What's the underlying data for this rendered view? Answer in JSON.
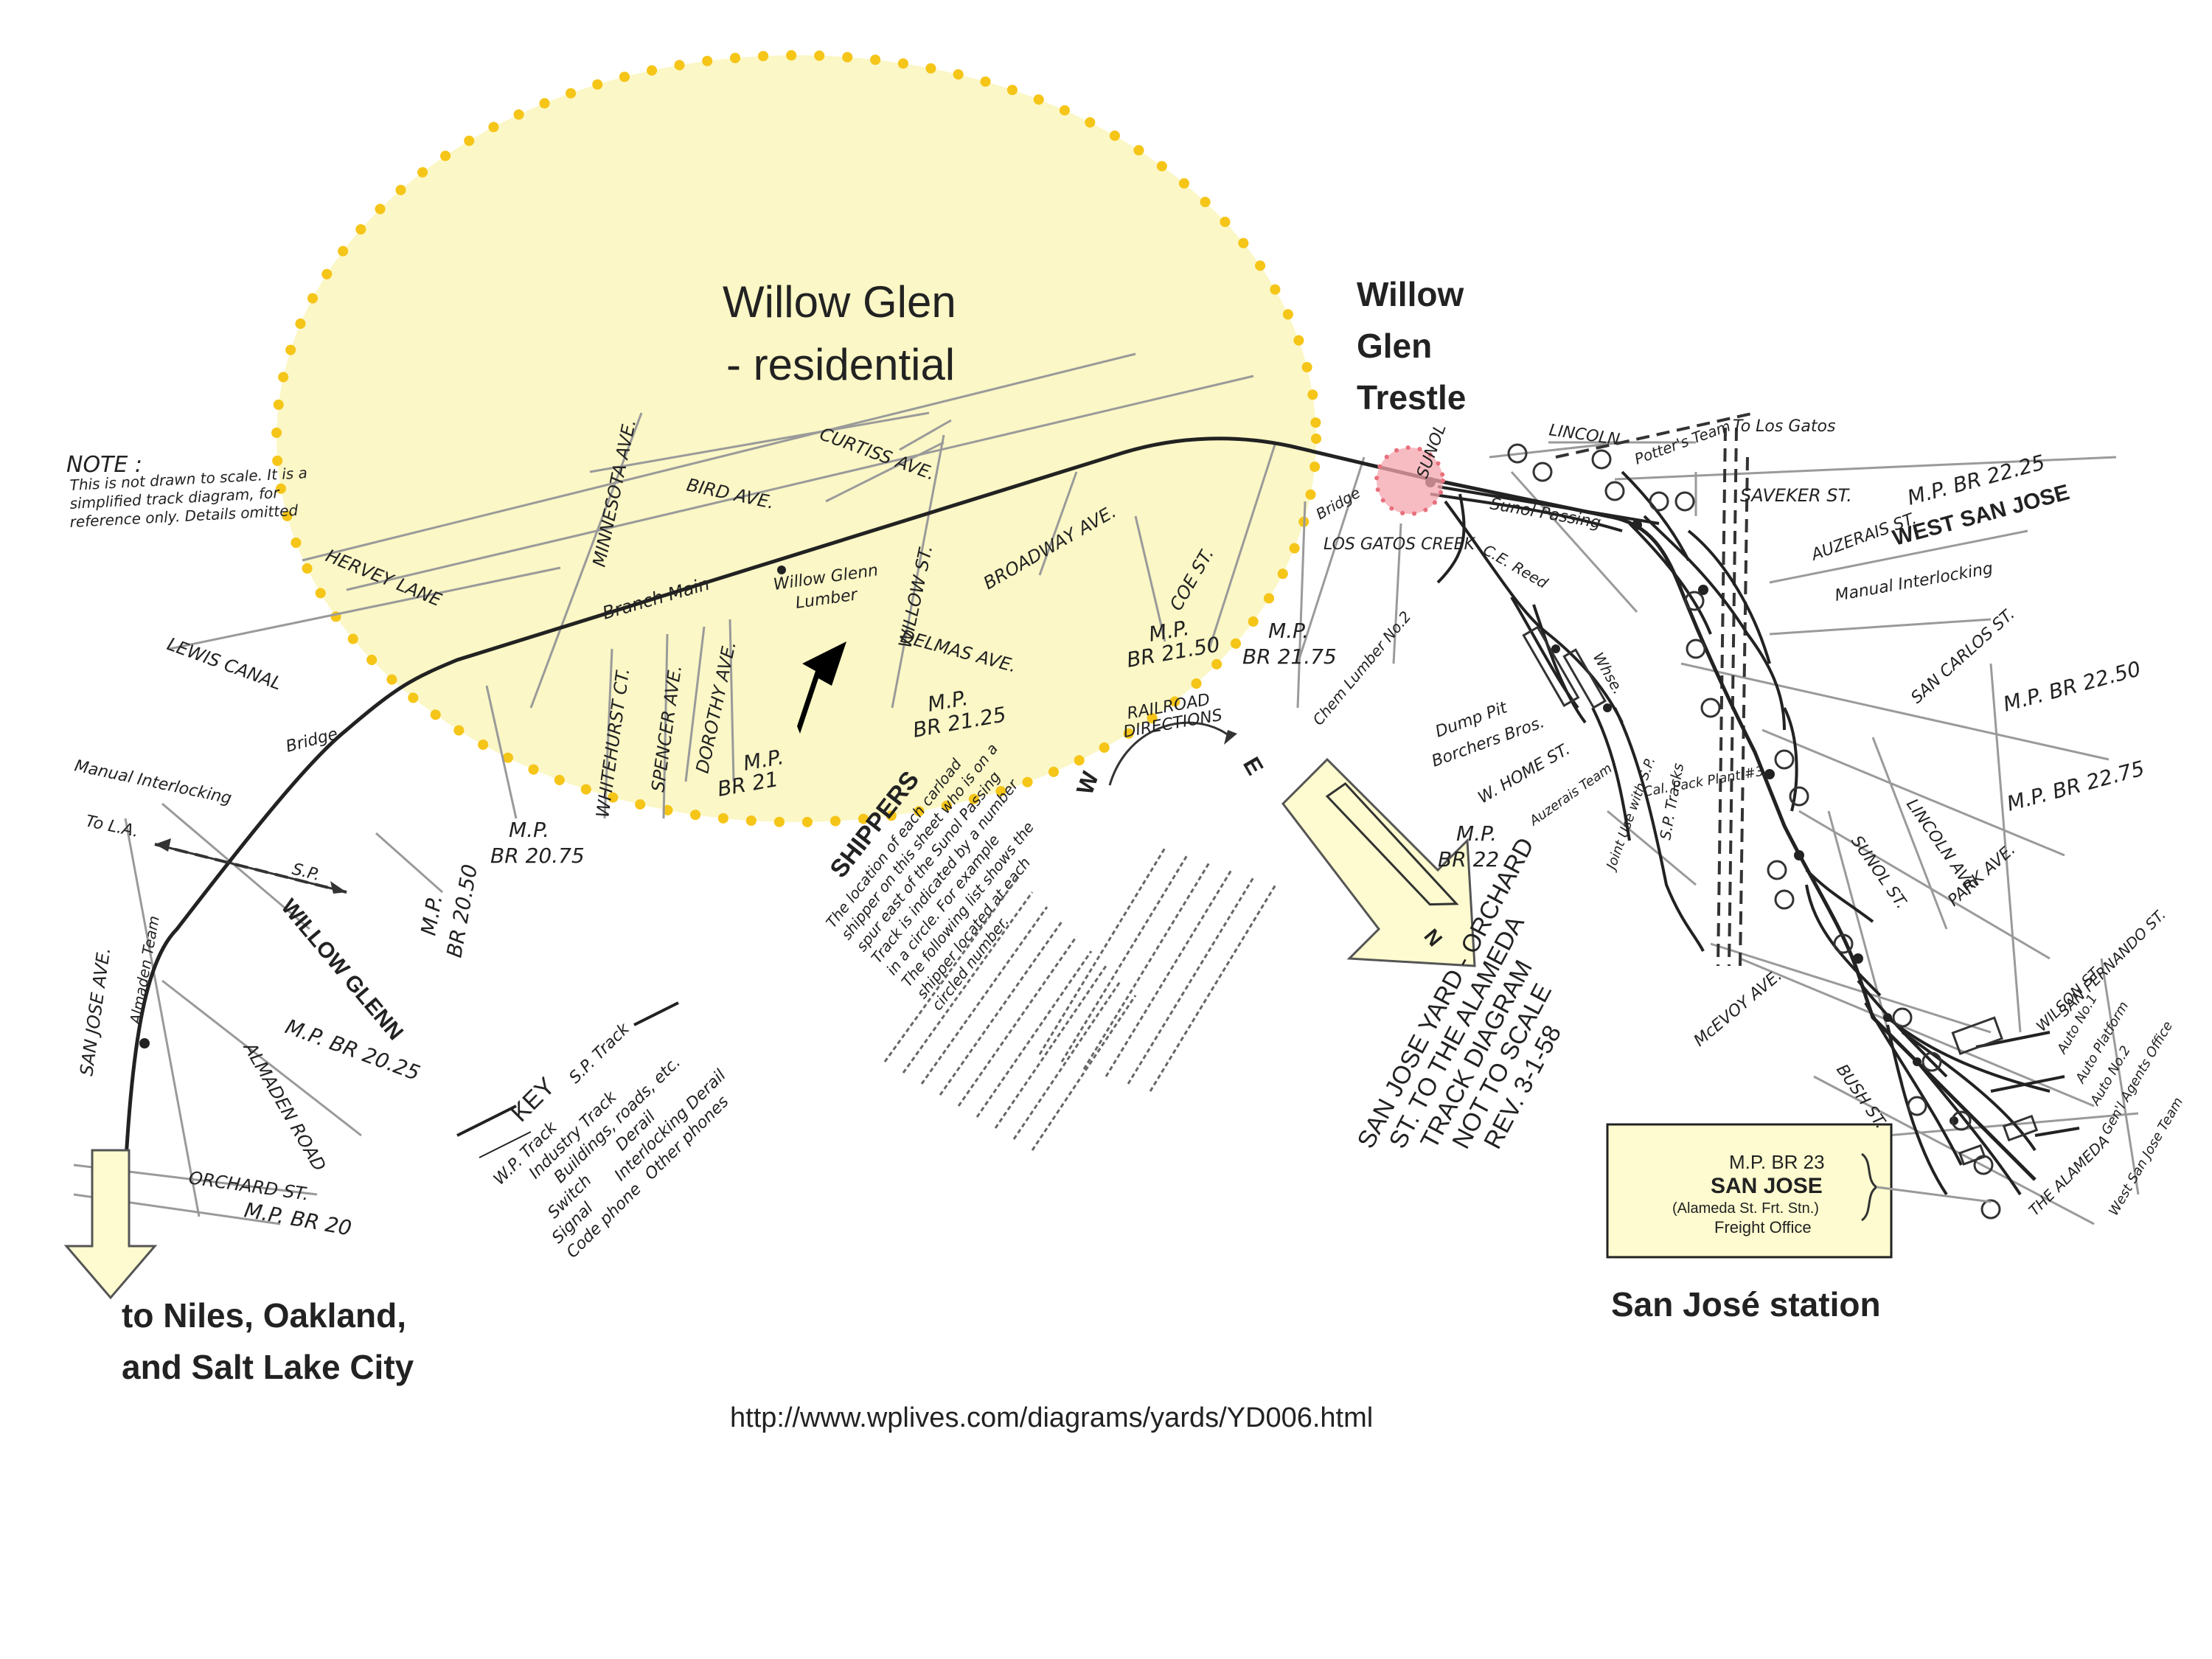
{
  "overlay": {
    "willow_glen_line1": "Willow Glen",
    "willow_glen_line2": "- residential",
    "trestle_line1": "Willow",
    "trestle_line2": "Glen",
    "trestle_line3": "Trestle",
    "niles_line1": "to Niles, Oakland,",
    "niles_line2": "and Salt Lake City",
    "station_label": "San José station",
    "url": "http://www.wplives.com/diagrams/yards/YD006.html",
    "colors": {
      "highlight_fill": "#fbf7c6",
      "dot_color": "#f5c518",
      "trestle_fill": "#f4a6ad",
      "trestle_dots": "#e8707c",
      "arrow_fill": "#fdfbcf"
    }
  },
  "note": {
    "title": "NOTE :",
    "l1": "This is not drawn to scale. It is a",
    "l2": "simplified track diagram, for",
    "l3": "reference only. Details omitted"
  },
  "streets": {
    "curtiss": "CURTISS AVE.",
    "minnesota": "MINNESOTA AVE.",
    "bird": "BIRD AVE.",
    "willow_st": "WILLOW ST.",
    "broadway": "BROADWAY AVE.",
    "coe": "COE ST.",
    "hervey": "HERVEY LANE",
    "lewis": "LEWIS CANAL",
    "whitehurst": "WHITEHURST CT.",
    "spencer": "SPENCER AVE.",
    "dorothy": "DOROTHY AVE.",
    "delmas": "DELMAS AVE.",
    "san_jose_ave": "SAN JOSE AVE.",
    "almaden": "ALMADEN ROAD",
    "orchard": "ORCHARD ST.",
    "lincoln_top": "LINCOLN",
    "saveker": "SAVEKER ST.",
    "auzerais": "AUZERAIS ST.",
    "san_carlos": "SAN CARLOS ST.",
    "lincoln_ave": "LINCOLN AVE.",
    "sunol": "SUNOL ST.",
    "park": "PARK AVE.",
    "mcevoy": "McEVOY AVE.",
    "bush": "BUSH ST.",
    "san_fernando": "SAN FERNANDO ST.",
    "wilson": "WILSON ST.",
    "w_home": "W. HOME ST.",
    "alameda": "THE ALAMEDA"
  },
  "track": {
    "branch_main": "Branch Main",
    "wg_lumber_1": "Willow Glenn",
    "wg_lumber_2": "Lumber",
    "bridge": "Bridge",
    "manual_interlocking": "Manual Interlocking",
    "to_la": "To L.A.",
    "sp": "S.P.",
    "willow_glenn": "WILLOW GLENN",
    "almaden_team": "Almaden Team",
    "sunol": "SUNOL",
    "sunol_passing": "Sunol Passing",
    "potters_team": "Potter's Team",
    "to_los_gatos": "To Los Gatos",
    "west_san_jose": "WEST SAN JOSE",
    "manual_interlocking_2": "Manual Interlocking",
    "los_gatos_creek": "LOS GATOS CREEK",
    "bridge_2": "Bridge",
    "chem_lumber": "Chem Lumber No.2",
    "ce_reed": "C.E. Reed",
    "dump_pit": "Dump Pit",
    "borchers": "Borchers Bros.",
    "auzerais_team": "Auzerais Team",
    "cal_pack": "Cal. Pack Plant #3",
    "sp_tracks": "S.P. Tracks",
    "joint_use": "Joint Use with S.P.",
    "whse": "Whse.",
    "auto_no1": "Auto No.1",
    "auto_platform": "Auto Platform",
    "auto_no2": "Auto No.2",
    "genl_agents": "Gen'l Agents Office",
    "west_sj_team": "West San Jose Team"
  },
  "mileposts": {
    "mp20": "M.P. BR 20",
    "mp2025": "M.P. BR 20.25",
    "mp2050a": "M.P.",
    "mp2050b": "BR 20.50",
    "mp2075a": "M.P.",
    "mp2075b": "BR 20.75",
    "mp21a": "M.P.",
    "mp21b": "BR 21",
    "mp2125a": "M.P.",
    "mp2125b": "BR 21.25",
    "mp2150a": "M.P.",
    "mp2150b": "BR 21.50",
    "mp2175a": "M.P.",
    "mp2175b": "BR 21.75",
    "mp22a": "M.P.",
    "mp22b": "BR 22",
    "mp2225": "M.P. BR 22.25",
    "mp2250": "M.P. BR 22.50",
    "mp2275": "M.P. BR 22.75",
    "mp23": "M.P. BR 23",
    "sanjose": "SAN JOSE",
    "alameda_frt": "(Alameda St. Frt. Stn.)",
    "freight_office": "Freight Office"
  },
  "shippers": {
    "title": "SHIPPERS",
    "l1": "The location of each carload",
    "l2": "shipper on this sheet who is on a",
    "l3": "spur east of the Sunol Passing",
    "l4": "Track is indicated by a number",
    "l5": "in a circle. For example",
    "l6": "The following list shows the",
    "l7": "shipper located at each",
    "l8": "circled number."
  },
  "key": {
    "title": "KEY",
    "wp_track": "W.P. Track",
    "sp_track": "S.P. Track",
    "industry": "Industry Track",
    "buildings": "Buildings, roads, etc.",
    "switch": "Switch",
    "derail": "Derail",
    "interlocking_derail": "Interlocking Derail",
    "signal": "Signal",
    "code_phone": "Code phone",
    "other_phones": "Other phones"
  },
  "directions": {
    "title1": "RAILROAD",
    "title2": "DIRECTIONS",
    "w": "W",
    "e": "E"
  },
  "title_block": {
    "l1": "SAN JOSE YARD - ORCHARD",
    "l2": "ST. TO THE ALAMEDA",
    "l3": "TRACK DIAGRAM",
    "l4": "NOT TO SCALE",
    "l5": "REV. 3-1-58"
  },
  "compass": {
    "n": "N"
  }
}
